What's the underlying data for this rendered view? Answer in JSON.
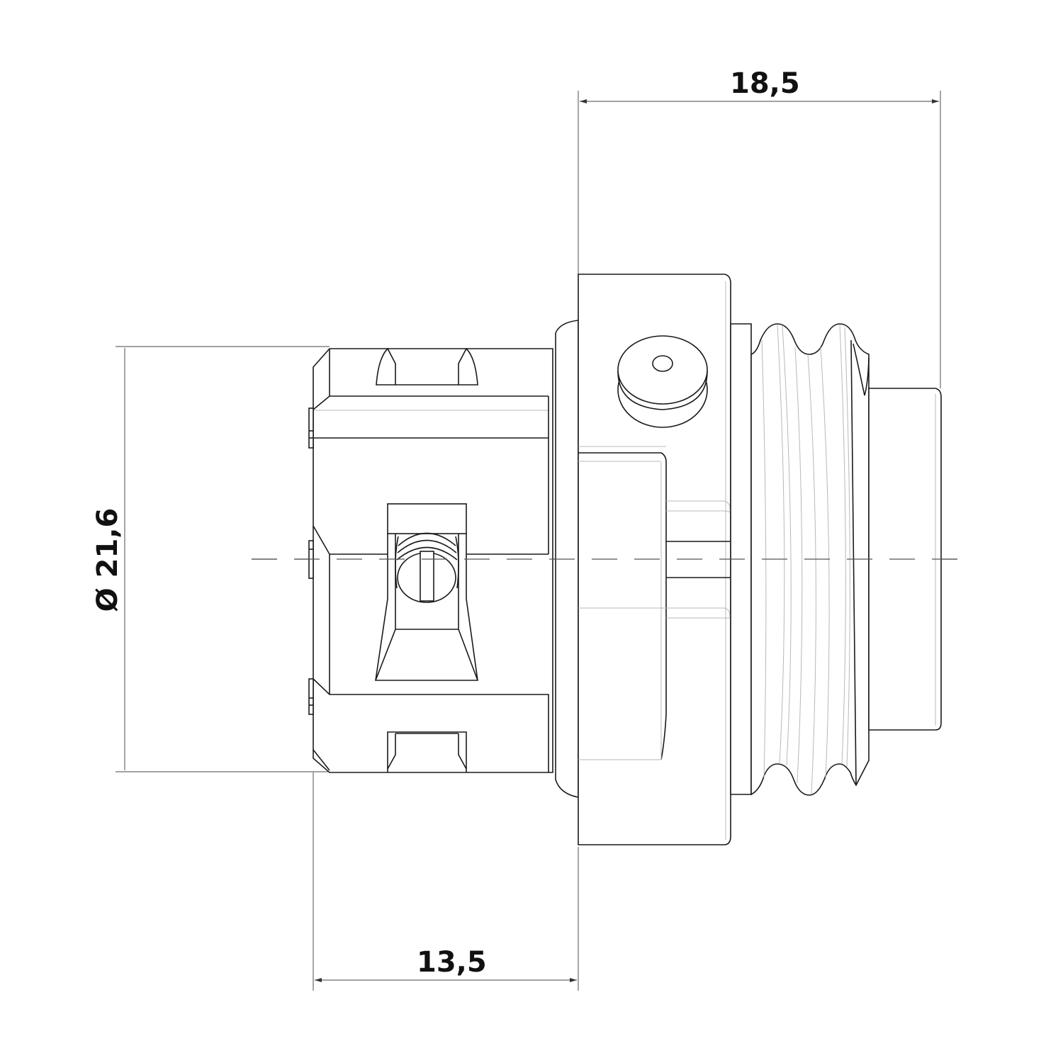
{
  "drawing": {
    "title": "Connector technical drawing - side view",
    "units": "mm",
    "line_color": "#1a1a1a",
    "hidden_line_color": "#b8b8b8",
    "background": "#ffffff"
  },
  "dimensions": {
    "overall_length": {
      "label": "18,5",
      "value": 18.5,
      "orientation": "horizontal",
      "position": "top"
    },
    "body_length": {
      "label": "13,5",
      "value": 13.5,
      "orientation": "horizontal",
      "position": "bottom"
    },
    "diameter": {
      "label": "Ø 21,6",
      "value": 21.6,
      "symbol": "Ø",
      "orientation": "vertical",
      "position": "left"
    }
  },
  "components": [
    {
      "name": "rear-body-with-slots"
    },
    {
      "name": "cable-clamp-screw"
    },
    {
      "name": "coupling-flange"
    },
    {
      "name": "vent-plug"
    },
    {
      "name": "threaded-section"
    },
    {
      "name": "front-spigot"
    }
  ]
}
